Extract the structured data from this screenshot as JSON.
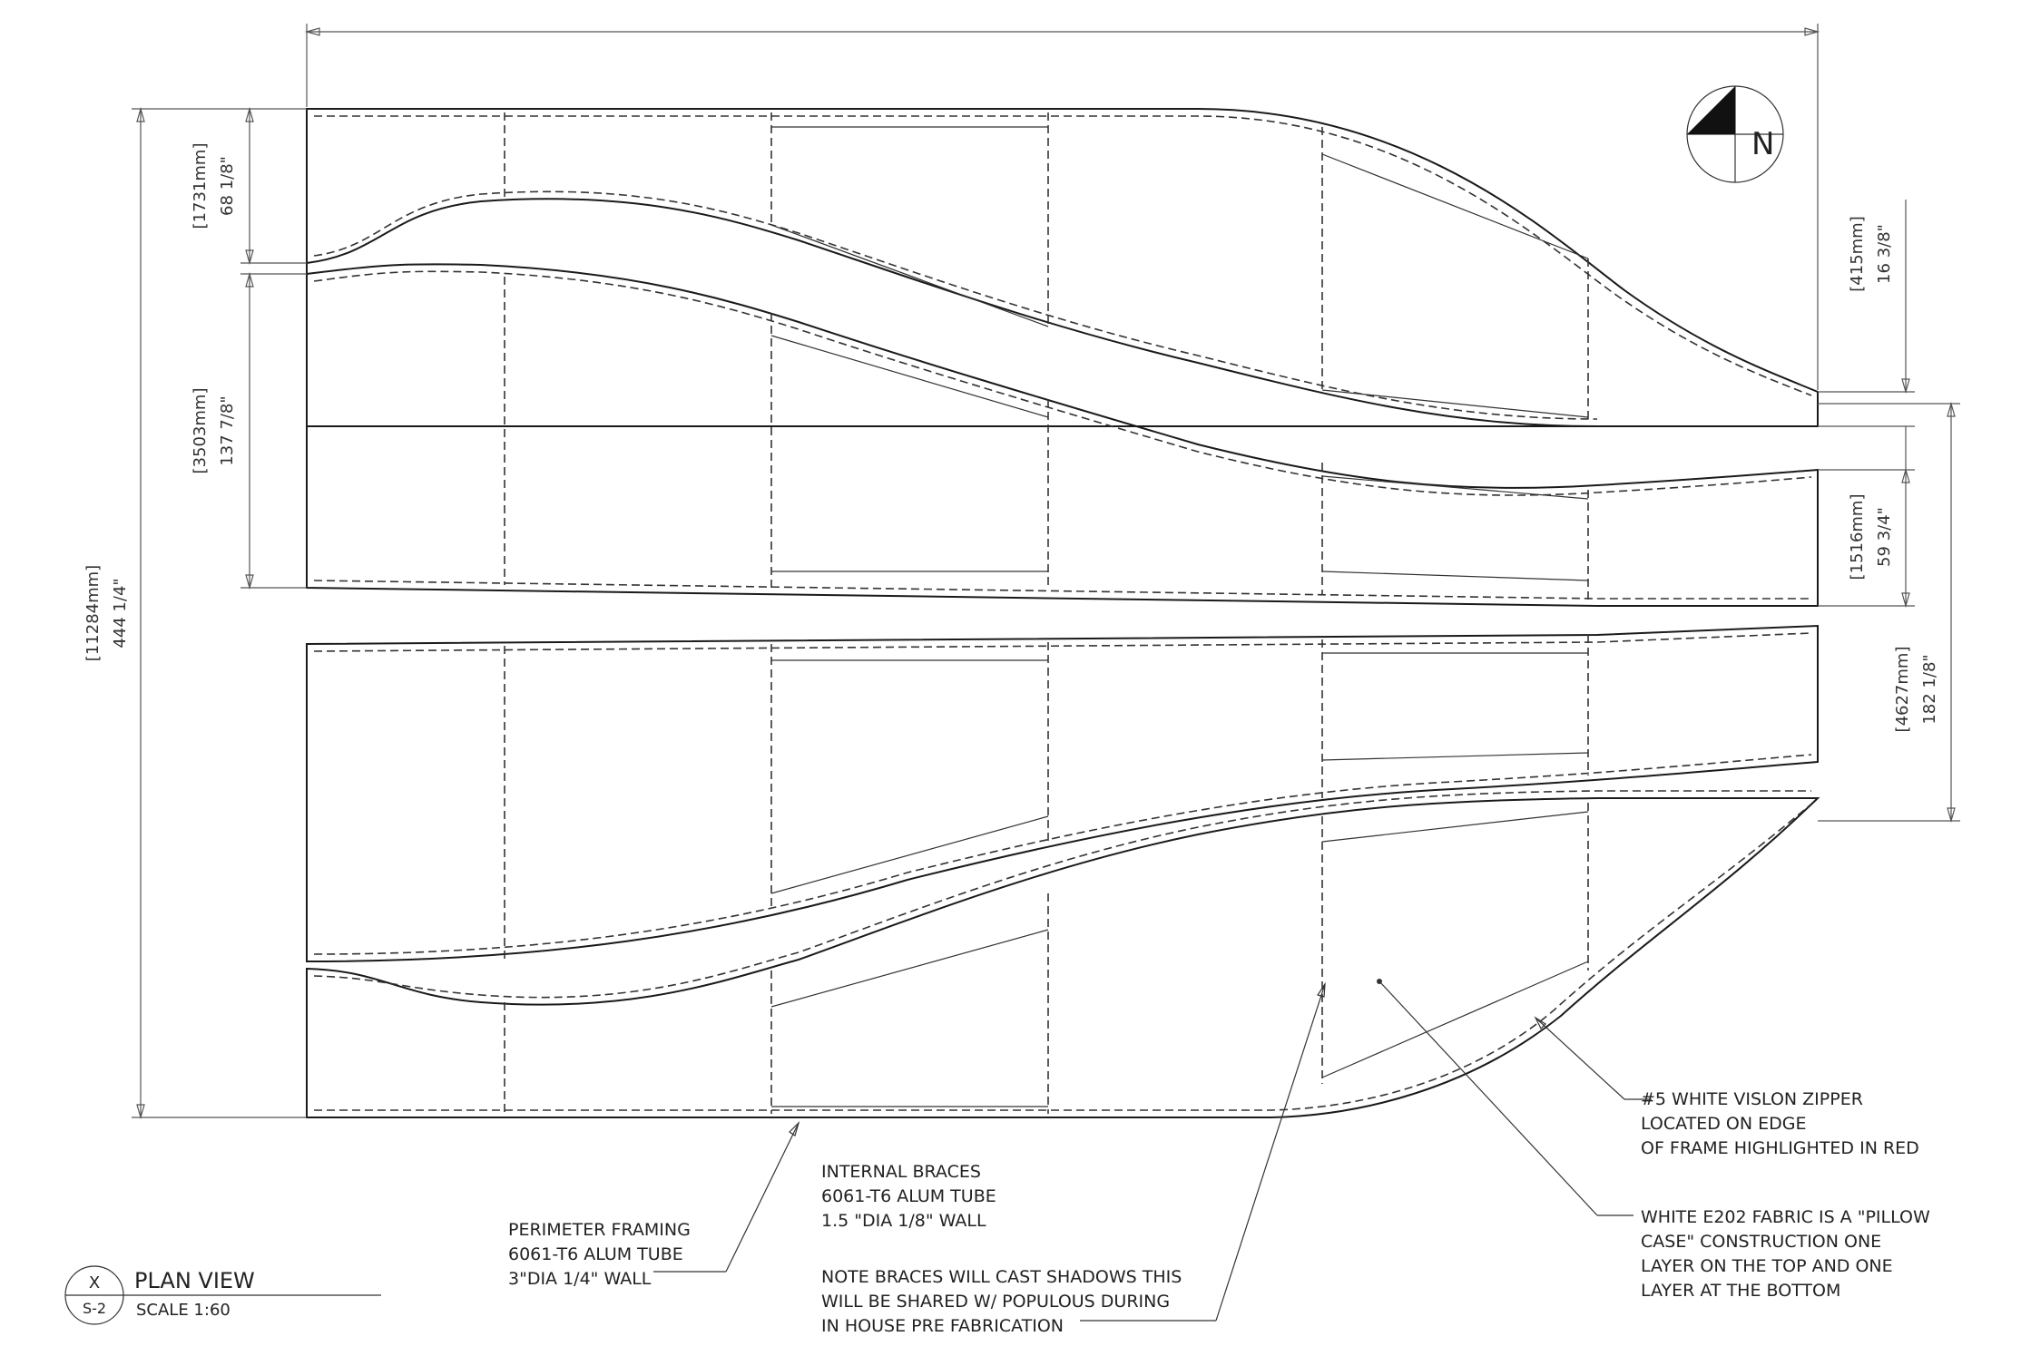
{
  "title_block": {
    "view_name": "PLAN VIEW",
    "scale": "SCALE 1:60",
    "detail_ref": "X",
    "sheet_ref": "S-2"
  },
  "north_arrow": {
    "label": "N",
    "icon": "north-arrow-icon"
  },
  "dimensions": {
    "overall": {
      "mm": "[11284mm]",
      "imperial": "444 1/4\""
    },
    "section_1": {
      "mm": "[1731mm]",
      "imperial": "68 1/8\""
    },
    "section_2": {
      "mm": "[3503mm]",
      "imperial": "137 7/8\""
    },
    "right_gap": {
      "mm": "[415mm]",
      "imperial": "16 3/8\""
    },
    "right_1": {
      "mm": "[1516mm]",
      "imperial": "59 3/4\""
    },
    "right_2": {
      "mm": "[4627mm]",
      "imperial": "182 1/8\""
    }
  },
  "notes": {
    "perimeter": [
      "PERIMETER FRAMING",
      "6061-T6 ALUM TUBE",
      "3\"DIA 1/4\" WALL"
    ],
    "internal": [
      "INTERNAL BRACES",
      "6061-T6 ALUM TUBE",
      "1.5 \"DIA 1/8\" WALL"
    ],
    "shadows": [
      "NOTE BRACES WILL CAST SHADOWS THIS",
      "WILL BE SHARED W/ POPULOUS DURING",
      "IN HOUSE PRE FABRICATION"
    ],
    "zipper": [
      "#5 WHITE VISLON ZIPPER",
      "LOCATED ON EDGE",
      "OF FRAME HIGHLIGHTED IN RED"
    ],
    "fabric": [
      "WHITE E202 FABRIC IS A \"PILLOW",
      "CASE\" CONSTRUCTION ONE",
      "LAYER ON THE TOP AND ONE",
      "LAYER AT THE BOTTOM"
    ]
  }
}
